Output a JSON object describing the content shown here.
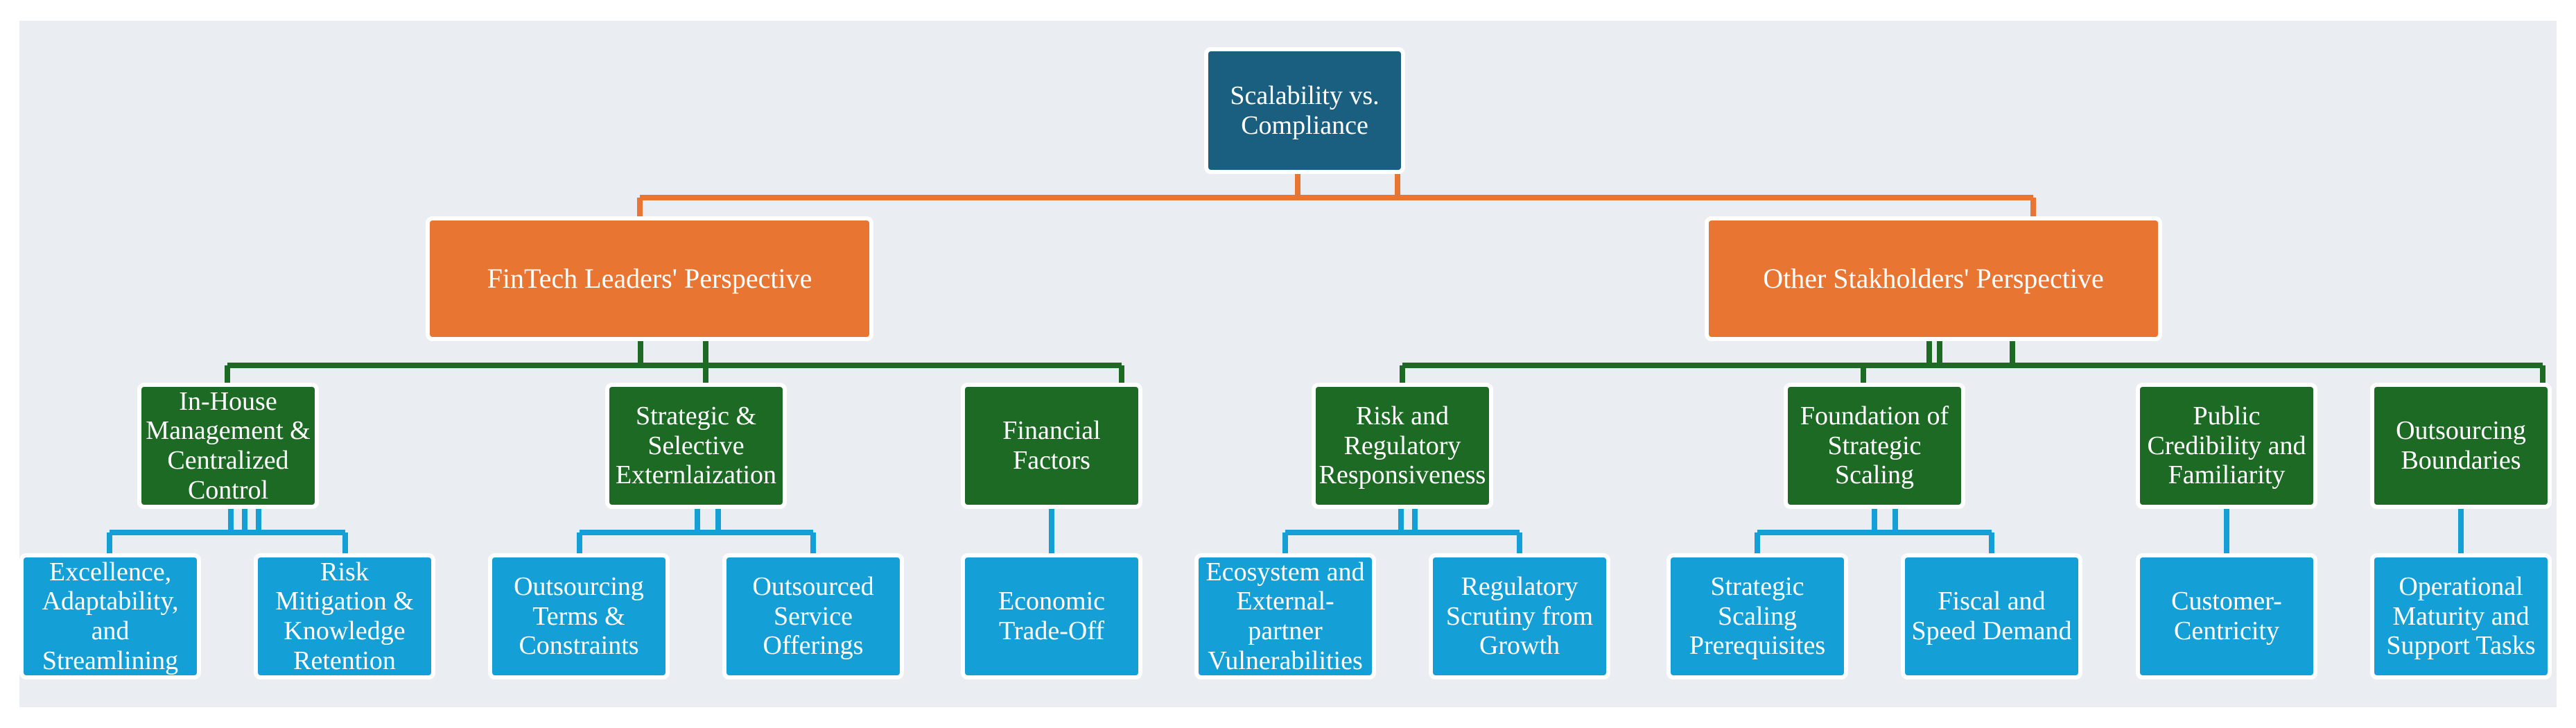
{
  "colors": {
    "background": "#eaeef3",
    "root": "#1b5f80",
    "perspective": "#e97532",
    "theme": "#1d6a25",
    "subtheme": "#149fd6",
    "edge_root": "#e97532",
    "edge_perspective": "#1d6a25",
    "edge_theme": "#149fd6"
  },
  "root": {
    "label": "Scalability vs. Compliance"
  },
  "perspectives": [
    {
      "label": "FinTech Leaders' Perspective"
    },
    {
      "label": "Other Stakholders' Perspective"
    }
  ],
  "themes": [
    {
      "label": "In-House Management & Centralized Control"
    },
    {
      "label": "Strategic & Selective Externlaization"
    },
    {
      "label": "Financial Factors"
    },
    {
      "label": "Risk and Regulatory Responsiveness"
    },
    {
      "label": "Foundation of Strategic Scaling"
    },
    {
      "label": "Public Credibility and Familiarity"
    },
    {
      "label": "Outsourcing Boundaries"
    }
  ],
  "subthemes": [
    {
      "label": "Excellence, Adaptability, and Streamlining"
    },
    {
      "label": "Risk Mitigation & Knowledge Retention"
    },
    {
      "label": "Outsourcing Terms & Constraints"
    },
    {
      "label": "Outsourced Service Offerings"
    },
    {
      "label": "Economic Trade-Off"
    },
    {
      "label": "Ecosystem and External-partner Vulnerabilities"
    },
    {
      "label": "Regulatory Scrutiny from Growth"
    },
    {
      "label": "Strategic Scaling Prerequisites"
    },
    {
      "label": "Fiscal and Speed Demand"
    },
    {
      "label": "Customer-Centricity"
    },
    {
      "label": "Operational Maturity and Support Tasks"
    }
  ]
}
